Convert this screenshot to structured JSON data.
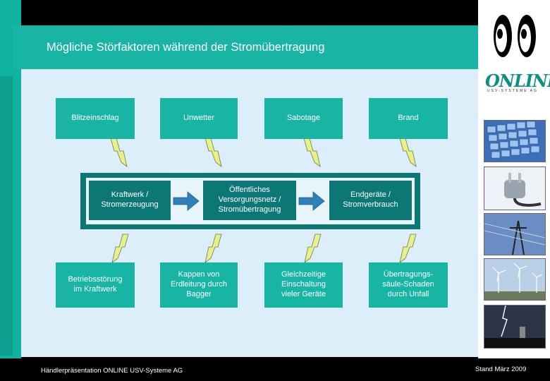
{
  "slide": {
    "title": "Mögliche Störfaktoren während der Stromübertragung"
  },
  "branding": {
    "logo_text": "ONLINE",
    "logo_subtext": "USV-SYSTEME AG"
  },
  "threats_top": [
    {
      "label": "Blitzeinschlag"
    },
    {
      "label": "Unwetter"
    },
    {
      "label": "Sabotage"
    },
    {
      "label": "Brand"
    }
  ],
  "flow": [
    {
      "label": "Kraftwerk /\nStromerzeugung"
    },
    {
      "label": "Öffentliches\nVersorgungsnetz /\nStromübertragung"
    },
    {
      "label": "Endgeräte /\nStromverbrauch"
    }
  ],
  "threats_bottom": [
    {
      "label": "Betriebsstörung\nim Kraftwerk"
    },
    {
      "label": "Kappen von\nErdleitung durch\nBagger"
    },
    {
      "label": "Gleichzeitige\nEinschaltung\nvieler Geräte"
    },
    {
      "label": "Übertragungs-\nsäule-Schaden\ndurch Unfall"
    }
  ],
  "footer": {
    "left": "Händlerpräsentation ONLINE USV-Systeme AG",
    "right": "Stand März 2009"
  },
  "colors": {
    "teal": "#18b5a4",
    "dark_teal": "#0c7774",
    "slide_bg": "#dceefa",
    "lightning": "#e8f08a",
    "arrow": "#2f7fb8"
  },
  "icons": [
    "lightning-bolt-icon",
    "arrow-right-icon",
    "eyes-logo-icon"
  ]
}
